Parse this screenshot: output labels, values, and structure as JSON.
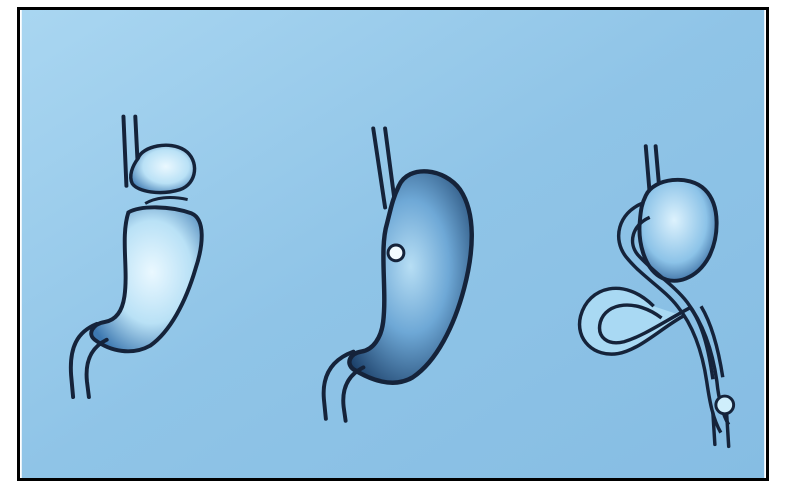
{
  "figure": {
    "panels": [
      {
        "id": "panel-1",
        "depicts": "stomach-divided-pouch"
      },
      {
        "id": "panel-2",
        "depicts": "stomach-with-band"
      },
      {
        "id": "panel-3",
        "depicts": "gastric-bypass-pouch-with-limb"
      }
    ]
  },
  "colors": {
    "background": "#8fc3e6",
    "background_light": "#b3dcf4",
    "ink": "#15233a",
    "organ_light": "#d4eefb",
    "organ_mid": "#9fd0ee",
    "organ_dark": "#1f4f86",
    "frame": "#000000"
  }
}
